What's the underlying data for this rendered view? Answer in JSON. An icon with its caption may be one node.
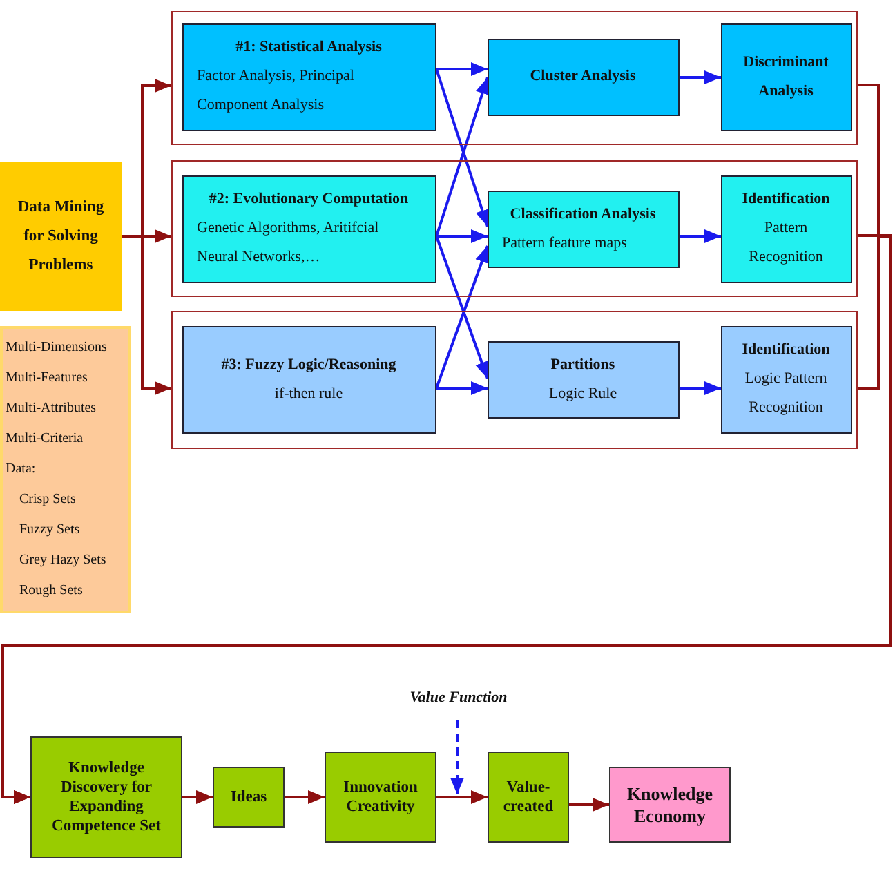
{
  "diagram": {
    "nodes": [
      {
        "text": [
          "Data Mining for Solving Problems"
        ]
      },
      {
        "text": [
          "Multi-Dimensions",
          "Multi-Features",
          "Multi-Attributes",
          "Multi-Criteria",
          "Data:",
          "Crisp Sets",
          "Fuzzy Sets",
          "Grey Hazy Sets",
          "Rough Sets"
        ]
      },
      {
        "text": [],
        "shape": "box"
      },
      {
        "text": [
          "#1: Statistical Analysis",
          "Factor Analysis, Principal Component Analysis"
        ],
        "in": 2
      },
      {
        "text": [
          "Cluster Analysis"
        ],
        "in": 2
      },
      {
        "text": [
          "Discriminant Analysis"
        ],
        "in": 2
      },
      {
        "text": [],
        "shape": "box"
      },
      {
        "text": [
          "#2: Evolutionary Computation",
          "Genetic Algorithms, Aritifcial Neural Networks,…"
        ],
        "in": 6
      },
      {
        "text": [
          "Classification Analysis",
          "Pattern feature maps"
        ],
        "in": 6
      },
      {
        "text": [
          "Identification",
          "Pattern Recognition"
        ],
        "in": 6
      },
      {
        "text": [],
        "shape": "box"
      },
      {
        "text": [
          "#3: Fuzzy Logic/Reasoning",
          "if-then rule"
        ],
        "in": 10
      },
      {
        "text": [
          "Partitions",
          "Logic Rule"
        ],
        "in": 10
      },
      {
        "text": [
          "Identification",
          "Logic Pattern Recognition"
        ],
        "in": 10
      },
      {
        "text": [
          "Knowledge Discovery for Expanding Competence Set"
        ]
      },
      {
        "text": [
          "Ideas"
        ]
      },
      {
        "text": [
          "Innovation Creativity"
        ]
      },
      {
        "text": [
          "Value-created"
        ]
      },
      {
        "text": [
          "Knowledge Economy"
        ]
      },
      {
        "text": [
          "Value Function"
        ]
      }
    ],
    "edges": [
      {
        "from": 0,
        "to": 2,
        "arrow": "to",
        "color": "#8e1010"
      },
      {
        "from": 0,
        "to": 6,
        "arrow": "to",
        "color": "#8e1010"
      },
      {
        "from": 0,
        "to": 10,
        "arrow": "to",
        "color": "#8e1010"
      },
      {
        "from": 3,
        "to": 4,
        "arrow": "to",
        "color": "#1a1aee"
      },
      {
        "from": 3,
        "to": 8,
        "arrow": "to",
        "color": "#1a1aee"
      },
      {
        "from": 7,
        "to": 4,
        "arrow": "to",
        "color": "#1a1aee"
      },
      {
        "from": 7,
        "to": 8,
        "arrow": "to",
        "color": "#1a1aee"
      },
      {
        "from": 7,
        "to": 12,
        "arrow": "to",
        "color": "#1a1aee"
      },
      {
        "from": 11,
        "to": 8,
        "arrow": "to",
        "color": "#1a1aee"
      },
      {
        "from": 11,
        "to": 12,
        "arrow": "to",
        "color": "#1a1aee"
      },
      {
        "from": 4,
        "to": 5,
        "arrow": "to",
        "color": "#1a1aee"
      },
      {
        "from": 8,
        "to": 9,
        "arrow": "to",
        "color": "#1a1aee"
      },
      {
        "from": 12,
        "to": 13,
        "arrow": "to",
        "color": "#1a1aee"
      },
      {
        "from": 2,
        "to": 14,
        "arrow": "to",
        "color": "#8e1010"
      },
      {
        "from": 6,
        "to": 14,
        "arrow": "to",
        "color": "#8e1010"
      },
      {
        "from": 10,
        "to": 14,
        "arrow": "to",
        "color": "#8e1010"
      },
      {
        "from": 14,
        "to": 15,
        "arrow": "to",
        "color": "#8e1010"
      },
      {
        "from": 15,
        "to": 16,
        "arrow": "to",
        "color": "#8e1010"
      },
      {
        "from": 16,
        "to": 17,
        "arrow": "to",
        "color": "#8e1010"
      },
      {
        "from": 17,
        "to": 18,
        "arrow": "to",
        "color": "#8e1010"
      },
      {
        "from": 19,
        "to": 16,
        "arrow": "to",
        "style": "dashed"
      }
    ]
  }
}
